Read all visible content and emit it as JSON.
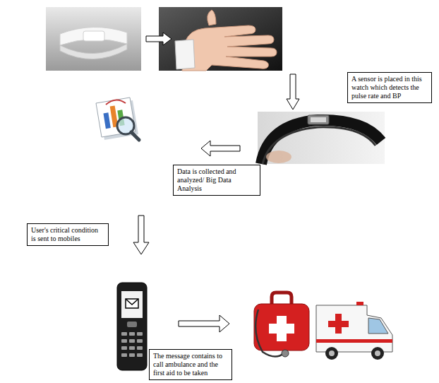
{
  "diagram": {
    "nodes": [
      {
        "text": [
          "A sensor is placed in this watch which detects the pulse rate and BP"
        ]
      },
      {
        "text": [
          "Data is collected and analyzed/ Big Data Analysis"
        ]
      },
      {
        "text": [
          "User's critical condition is sent to mobiles"
        ]
      },
      {
        "text": [
          "The message contains to call ambulance and the first aid to be taken"
        ]
      }
    ]
  }
}
